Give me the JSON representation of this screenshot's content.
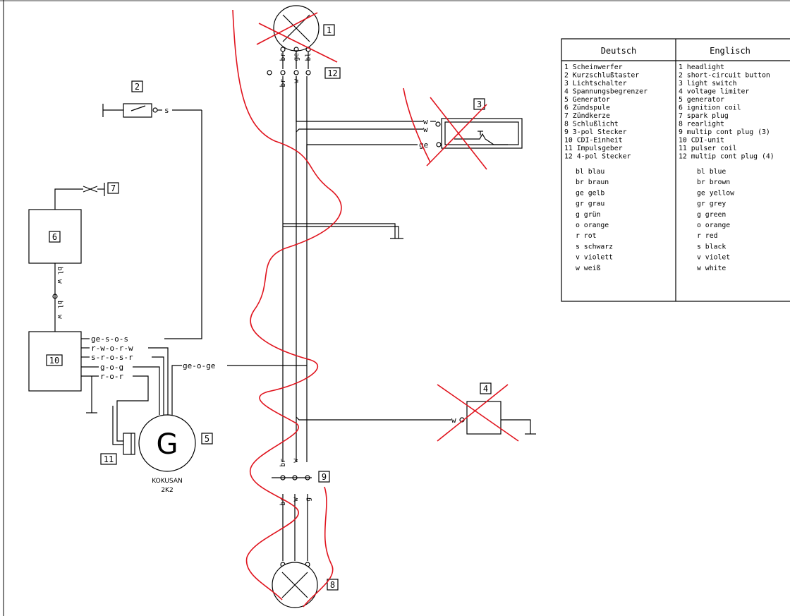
{
  "components": {
    "c1": "1",
    "c2": "2",
    "c3": "3",
    "c4": "4",
    "c5": "5",
    "c6": "6",
    "c7": "7",
    "c8": "8",
    "c9": "9",
    "c10": "10",
    "c11": "11",
    "c12": "12",
    "gen_symbol": "G",
    "brand_line1": "KOKUSAN",
    "brand_line2": "2K2"
  },
  "wire_labels": {
    "c12_top": [
      "br",
      "ge",
      "bl"
    ],
    "c12_bottom": [
      "br",
      "w"
    ],
    "c2_out": "s",
    "c3_w1": "w",
    "c3_w2": "w",
    "c3_ge": "ge",
    "c6_chain": [
      "bl",
      "w",
      "bl",
      "w"
    ],
    "cdi_row1": "ge-s-o-s",
    "cdi_row2": "r-w-o-r-w",
    "cdi_row3": "s-r-o-s-r",
    "cdi_row4": "g-o-g",
    "cdi_row5": "r-o-r",
    "gen_to_bus": "ge-o-ge",
    "c4_in": "w",
    "c9_top": [
      "br",
      "w"
    ],
    "c9_bottom": [
      "br",
      "w",
      "g"
    ]
  },
  "legend": {
    "header_de": "Deutsch",
    "header_en": "Englisch",
    "rows_de": [
      "1 Scheinwerfer",
      "2 Kurzschlußtaster",
      "3 Lichtschalter",
      "4 Spannungsbegrenzer",
      "5 Generator",
      "6 Zündspule",
      "7 Zündkerze",
      "8 Schlußlicht",
      "9 3-pol Stecker",
      "10 CDI-Einheit",
      "11 Impulsgeber",
      "12 4-pol Stecker"
    ],
    "rows_en": [
      "1 headlight",
      "2 short-circuit button",
      "3 light switch",
      "4 voltage limiter",
      "5 generator",
      "6 ignition coil",
      "7 spark plug",
      "8 rearlight",
      "9 multip cont plug (3)",
      "10 CDI-unit",
      "11 pulser coil",
      "12 multip cont plug (4)"
    ],
    "colors_de": [
      "bl blau",
      "br braun",
      "ge gelb",
      "gr grau",
      "g grün",
      "o orange",
      "r rot",
      "s schwarz",
      "v violett",
      "w weiß"
    ],
    "colors_en": [
      "bl blue",
      "br brown",
      "ge yellow",
      "gr grey",
      "g green",
      "o orange",
      "r red",
      "s black",
      "v violet",
      "w white"
    ]
  },
  "colors": {
    "line": "#000000",
    "annotation": "#e0141e",
    "background": "#ffffff"
  }
}
